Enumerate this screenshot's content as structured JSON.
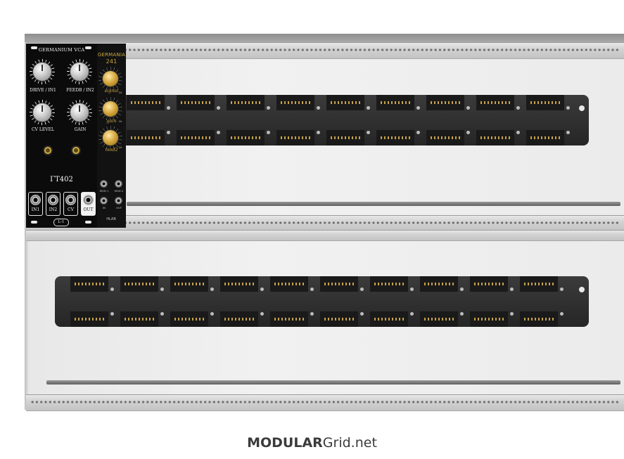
{
  "footer": {
    "brand_bold": "MODULAR",
    "brand_rest": "Grid.net"
  },
  "modules": {
    "vca": {
      "title": "GERMANIUM VCA",
      "name": "ΓΤ402",
      "badge": "L-1",
      "knobs": [
        {
          "label": "DRIVE / IN1"
        },
        {
          "label": "FEEDB / IN2"
        },
        {
          "label": "CV LEVEL"
        },
        {
          "label": "GAIN"
        }
      ],
      "jacks": [
        {
          "label": "IN1"
        },
        {
          "label": "IN2"
        },
        {
          "label": "CV"
        },
        {
          "label": "OUT"
        }
      ]
    },
    "germania": {
      "title_line1": "GERMANIA",
      "title_line2": "241",
      "knob_labels": [
        "signal",
        "gain",
        "mod2"
      ],
      "scale_max": "10",
      "jack_labels": [
        "MOD 1",
        "MOD 2",
        "IN",
        "OUT"
      ],
      "footer": "HLAB"
    }
  },
  "colors": {
    "gold": "#c9a640",
    "panel": "#0b0b0b",
    "case": "#efefef",
    "busboard": "#2e2e2e"
  }
}
